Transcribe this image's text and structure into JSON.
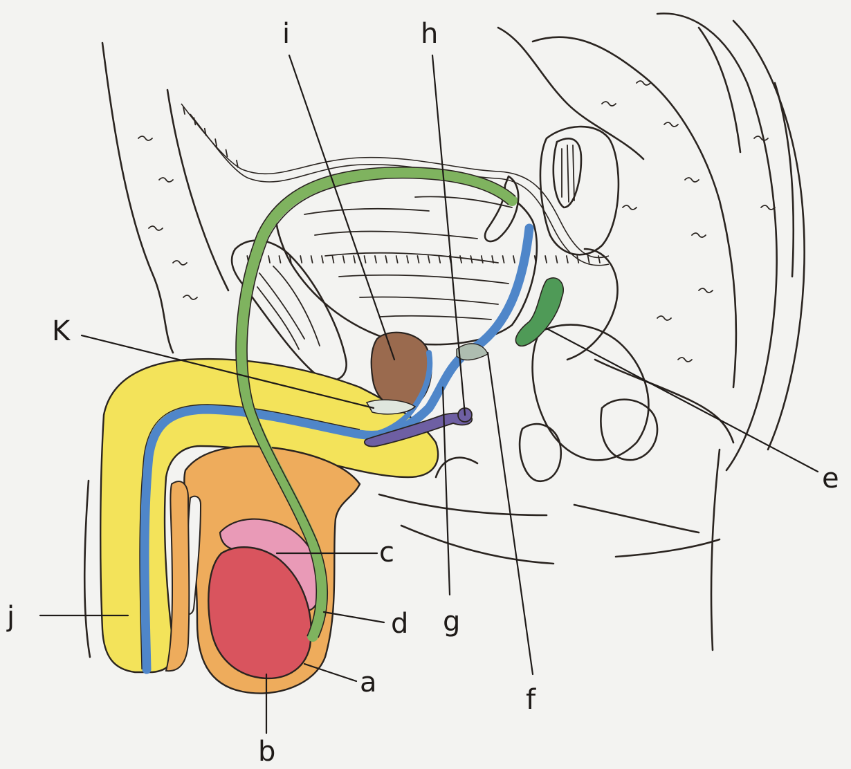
{
  "labels": {
    "a": "a",
    "b": "b",
    "c": "c",
    "d": "d",
    "e": "e",
    "f": "f",
    "g": "g",
    "h": "h",
    "i": "i",
    "j": "j",
    "k": "K"
  },
  "colors": {
    "background": "#f3f3f1",
    "scrotum_orange": "#eeac5c",
    "testis_red": "#d9545e",
    "epididymis_pink": "#e99ab7",
    "vas_deferens_green": "#7fb35f",
    "urethra_blue": "#4f86c9",
    "penis_yellow": "#f3e35a",
    "prostate_brown": "#9a6a4e",
    "bulbourethral_purple": "#6e5fa3",
    "seminal_vesicle_green": "#4f9a57",
    "ink": "#2a2420"
  }
}
